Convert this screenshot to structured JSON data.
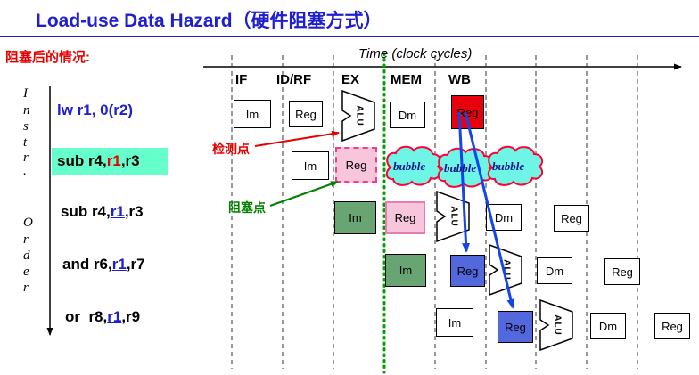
{
  "title": {
    "main": "Load-use Data Hazard",
    "paren": "（硬件阻塞方式）"
  },
  "captions": {
    "after_stall": "阻塞后的情况:",
    "time_axis": "Time (clock cycles)",
    "detect_point": "检测点",
    "stall_point": "阻塞点",
    "bubble": "bubble"
  },
  "instr_order": {
    "instr": [
      "I",
      "n",
      "s",
      "t",
      "r",
      "."
    ],
    "order": [
      "O",
      "r",
      "d",
      "e",
      "r"
    ]
  },
  "stages": [
    "IF",
    "ID/RF",
    "EX",
    "MEM",
    "WB"
  ],
  "instructions": [
    {
      "pre": "lw r1, 0(r2)",
      "reg": "",
      "post": ""
    },
    {
      "pre": "sub r4,",
      "reg": "r1",
      "post": ",r3"
    },
    {
      "pre": "sub r4,",
      "reg": "r1",
      "post": ",r3"
    },
    {
      "pre": "and r6,",
      "reg": "r1",
      "post": ",r7"
    },
    {
      "pre": "or  r8,",
      "reg": "r1",
      "post": ",r9"
    }
  ],
  "box_labels": {
    "im": "Im",
    "reg": "Reg",
    "dm": "Dm",
    "alu": "ALU"
  },
  "colors": {
    "title_blue": "#1f1fd0",
    "highlight_cyan": "#66ffcc",
    "bubble_fill": "#6ff5e6",
    "bubble_stroke": "#ff0033",
    "reg_write_red": "#e8000d",
    "reg_read_blue": "#5468dd",
    "im_done_green": "#68a573",
    "reg_stall_pink": "#f8c6da",
    "stall_line_green": "#00a000",
    "forward_arrow_blue": "#1545e8",
    "annotation_red": "#e60000",
    "annotation_green": "#008000"
  }
}
